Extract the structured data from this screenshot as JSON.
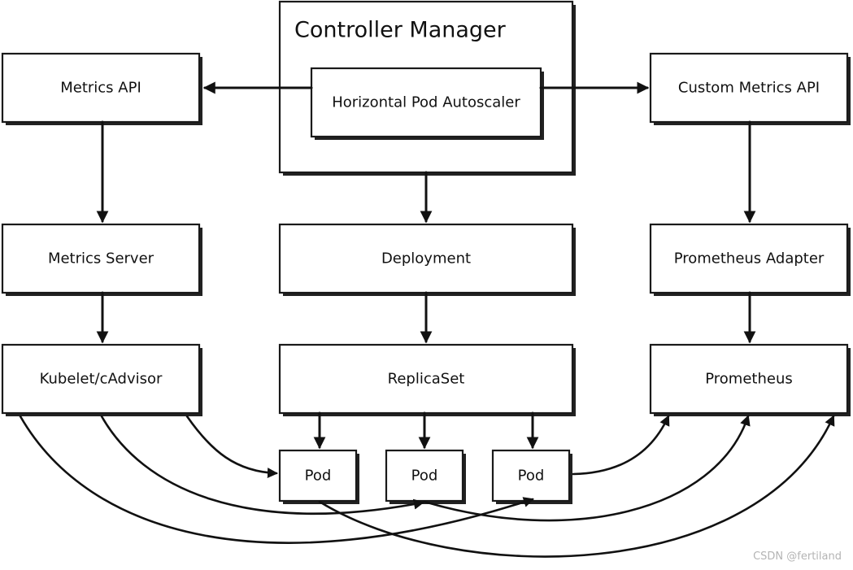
{
  "controller_manager": {
    "title": "Controller Manager",
    "hpa_label": "Horizontal Pod Autoscaler"
  },
  "nodes": {
    "metrics_api": "Metrics API",
    "metrics_server": "Metrics Server",
    "kubelet": "Kubelet/cAdvisor",
    "deployment": "Deployment",
    "replicaset": "ReplicaSet",
    "pod1": "Pod",
    "pod2": "Pod",
    "pod3": "Pod",
    "custom_metrics_api": "Custom Metrics API",
    "prometheus_adapter": "Prometheus Adapter",
    "prometheus": "Prometheus"
  },
  "watermark": "CSDN @fertiland"
}
